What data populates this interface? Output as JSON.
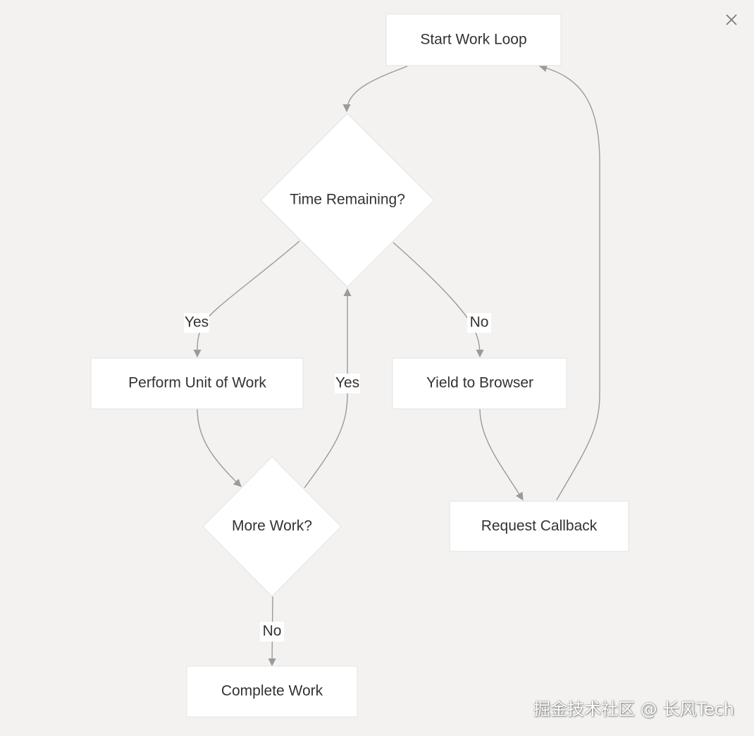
{
  "diagram": {
    "nodes": {
      "start": "Start Work Loop",
      "time_check": "Time Remaining?",
      "perform": "Perform Unit of Work",
      "yield": "Yield to Browser",
      "more_work": "More Work?",
      "request": "Request Callback",
      "complete": "Complete Work"
    },
    "edges": {
      "time_yes": "Yes",
      "time_no": "No",
      "more_yes": "Yes",
      "more_no": "No"
    }
  },
  "watermark": "掘金技术社区 @ 长风Tech",
  "icons": {
    "close": "close-icon",
    "arrowhead": "arrowhead-icon"
  },
  "colors": {
    "background": "#f3f2f0",
    "node_fill": "#ffffff",
    "edge": "#9a9a9a",
    "text": "#333333"
  }
}
